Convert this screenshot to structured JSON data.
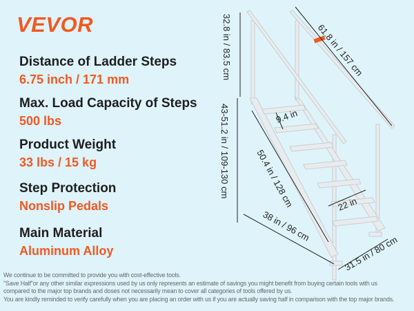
{
  "brand": "VEVOR",
  "specs": [
    {
      "label": "Distance of Ladder Steps",
      "value": "6.75 inch / 171 mm"
    },
    {
      "label": "Max. Load Capacity of Steps",
      "value": "500 lbs"
    },
    {
      "label": "Product Weight",
      "value": "33 lbs / 15 kg"
    },
    {
      "label": "Step Protection",
      "value": "Nonslip Pedals"
    },
    {
      "label": "Main Material",
      "value": "Aluminum Alloy"
    }
  ],
  "dimensions": {
    "rail_height": "32.8 in / 83.5 cm",
    "total_height": "43-51.2 in / 109-130 cm",
    "rail_length": "61.8 in / 157 cm",
    "step_depth": "9.4 in",
    "stringer_length": "50.4 in / 128 cm",
    "step_width": "22 in",
    "base_length": "38 in / 96 cm",
    "base_width": "31.5 in / 80 cm"
  },
  "disclaimer": [
    "We continue to be committed to provide you with cost-effective tools.",
    "\"Save Half\"or any other similar expressions used by us only represents an estimate of savings you might benefit from buying certain tools with us",
    "compared to the major top brands and doses not necessarily mean to cover all categories of tools offered by us.",
    "You are kindly reminded to verify carefully when you are placing an order with us if you are actually saving half in comparison with the top major brands."
  ]
}
